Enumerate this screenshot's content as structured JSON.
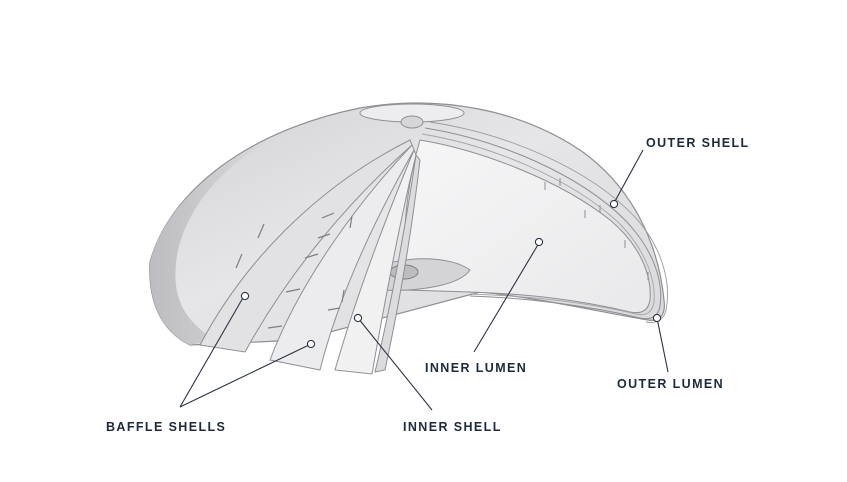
{
  "labels": {
    "outer_shell": "OUTER SHELL",
    "inner_lumen": "INNER LUMEN",
    "outer_lumen": "OUTER LUMEN",
    "baffle_shells": "BAFFLE SHELLS",
    "inner_shell": "INNER SHELL"
  },
  "colors": {
    "shell_fill": "#e4e4e6",
    "shell_shadow": "#c7c7ca",
    "outline": "#8f8f94",
    "leader_line": "#2b3444",
    "label_text": "#1d2a3c"
  }
}
